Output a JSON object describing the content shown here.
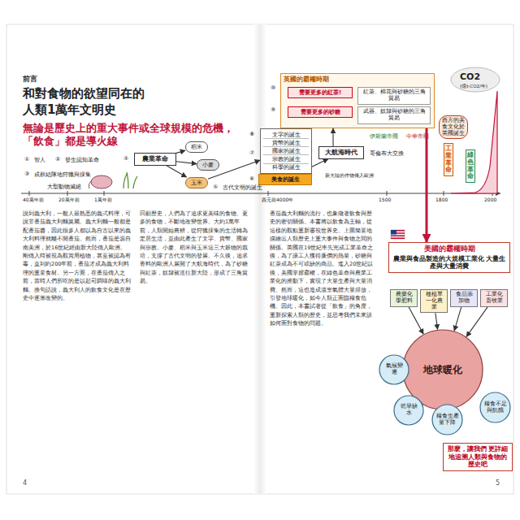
{
  "diagram": {
    "title": "和對食物的欲望同在的 人類1萬年文明史",
    "nodes": [
      {
        "text": [
          "農業革命"
        ]
      },
      {
        "text": [
          "稻米"
        ]
      },
      {
        "text": [
          "小麥"
        ]
      },
      {
        "text": [
          "玉米"
        ]
      },
      {
        "text": [
          "文字的誕生",
          "貨幣的誕生",
          "國家的誕生",
          "宗教的誕生",
          "科學的誕生"
        ]
      },
      {
        "text": [
          "美食的誕生"
        ]
      },
      {
        "text": [
          "大航海時代"
        ]
      },
      {
        "text": [
          "英國的霸權時期"
        ]
      },
      {
        "text": [
          "需要更多的紅茶!"
        ],
        "in": 7
      },
      {
        "text": [
          "紅茶、棉花與砂糖的三角貿易"
        ],
        "in": 7
      },
      {
        "text": [
          "需要更多的砂糖"
        ],
        "in": 7
      },
      {
        "text": [
          "武器、奴隸與砂糖的三角貿易"
        ],
        "in": 7
      },
      {
        "text": [
          "西方的美食文化於英國誕生"
        ]
      },
      {
        "text": [
          "工業革命"
        ]
      },
      {
        "text": [
          "綠色革命"
        ]
      },
      {
        "text": [
          "美國的霸權時期",
          "農業與食品製造的大規模工業化 大量生產與大量消費"
        ]
      },
      {
        "text": [
          "農藥化學肥料"
        ]
      },
      {
        "text": [
          "種植單一化農業"
        ]
      },
      {
        "text": [
          "食品添加物"
        ]
      },
      {
        "text": [
          "工業化畜牧業"
        ]
      },
      {
        "text": [
          "地球暖化"
        ]
      },
      {
        "text": [
          "氣候變遷"
        ]
      },
      {
        "text": [
          "乾旱缺水"
        ]
      },
      {
        "text": [
          "糧食生產量下降"
        ]
      },
      {
        "text": [
          "糧食不足與飢餓"
        ]
      },
      {
        "text": [
          "那麼，讓我們 更詳細地追溯人類與食物的歷史吧"
        ]
      }
    ],
    "edges": [
      {
        "from": 0,
        "to": 1,
        "arrow": "to"
      },
      {
        "from": 0,
        "to": 2,
        "arrow": "to"
      },
      {
        "from": 0,
        "to": 3,
        "arrow": "to"
      },
      {
        "from": 3,
        "to": 4,
        "arrow": "to"
      },
      {
        "from": 5,
        "to": 6,
        "arrow": "to"
      },
      {
        "from": 6,
        "to": 7,
        "arrow": "to"
      },
      {
        "from": 7,
        "to": 15,
        "arrow": "to"
      },
      {
        "from": 16,
        "to": 20,
        "arrow": "to"
      },
      {
        "from": 17,
        "to": 20,
        "arrow": "to"
      },
      {
        "from": 18,
        "to": 20,
        "arrow": "to"
      },
      {
        "from": 19,
        "to": 20,
        "arrow": "to"
      }
    ],
    "labels": [
      "前言",
      "無論是歷史上的重大事件或全球規模的危機， 「飲食」都是導火線",
      "①",
      "智人",
      "②",
      "發生認知革命",
      "③",
      "成群結隊地狩獵與採集",
      "大型動物滅絕",
      "④",
      "⑤",
      "古代文明的誕生",
      "⑥",
      "⑦",
      "⑧",
      "⑨",
      "⑩",
      "伊斯蘭帝國",
      "中華帝國",
      "哥倫布大交換",
      "新大陸的作物傳入歐洲",
      "CO2",
      "(億t-CO2/年)",
      "40萬年前",
      "20萬年前",
      "1萬年前",
      "西元前4000年",
      "1500",
      "1800",
      "2000",
      "說到義大利，一般人最熟悉的義式料理，可說非番茄義大利麵莫屬。義大利麵一般都是配番茄醬，因此很多人都以為自古以來的義大利料理就離不開番茄。然而，番茄是源自南美洲，於16世紀經由新大陸傳入歐洲。剛傳入時被視為觀賞用植物，甚至被認為有毒，直到約200年前，番茄才成為義大利料理的重要食材。另一方面，在番茄傳入之前，當時人們所吃的是以起司調味的義大利麵。換句話說，義大利人的飲食文化是在歷史中逐漸改變的。",
      "回顧歷史，人們為了追求更美味的食物、更多的食物，不斷地改變世界。大約1萬年前，人類開始農耕，從狩獵採集的生活轉為定居生活，並由此產生了文字、貨幣、國家與宗教。小麥、稻米與玉米這三大穀物的栽培，支撐了古代文明的發展。不久後，追求香料的歐洲人展開了大航海時代，為了砂糖與紅茶，奴隸被送往新大陸，形成了三角貿易。",
      "番茄義大利麵的流行，也象徵著飲食與歷史的密切關係。本書將以飲食為主軸，從這樣的觀點重新審視世界史。上圖簡要地描繪出人類歷史上重大事件與食物之間的關係。英國在19世紀率先完成工業革命之後，為了讓工人獲得廉價的熱量，砂糖與紅茶成為不可或缺的商品。進入20世紀以後，美國掌握霸權，在綠色革命與農業工業化的推動下，實現了大量生產與大量消費。然而，這也造成溫室氣體大量排放，引發地球暖化，如今人類正面臨糧食危機。因此，本書試著從「飲食」的角度，重新探索人類的歷史，並思考我們未來該如何面對食物的問題。",
      "4",
      "5"
    ]
  }
}
